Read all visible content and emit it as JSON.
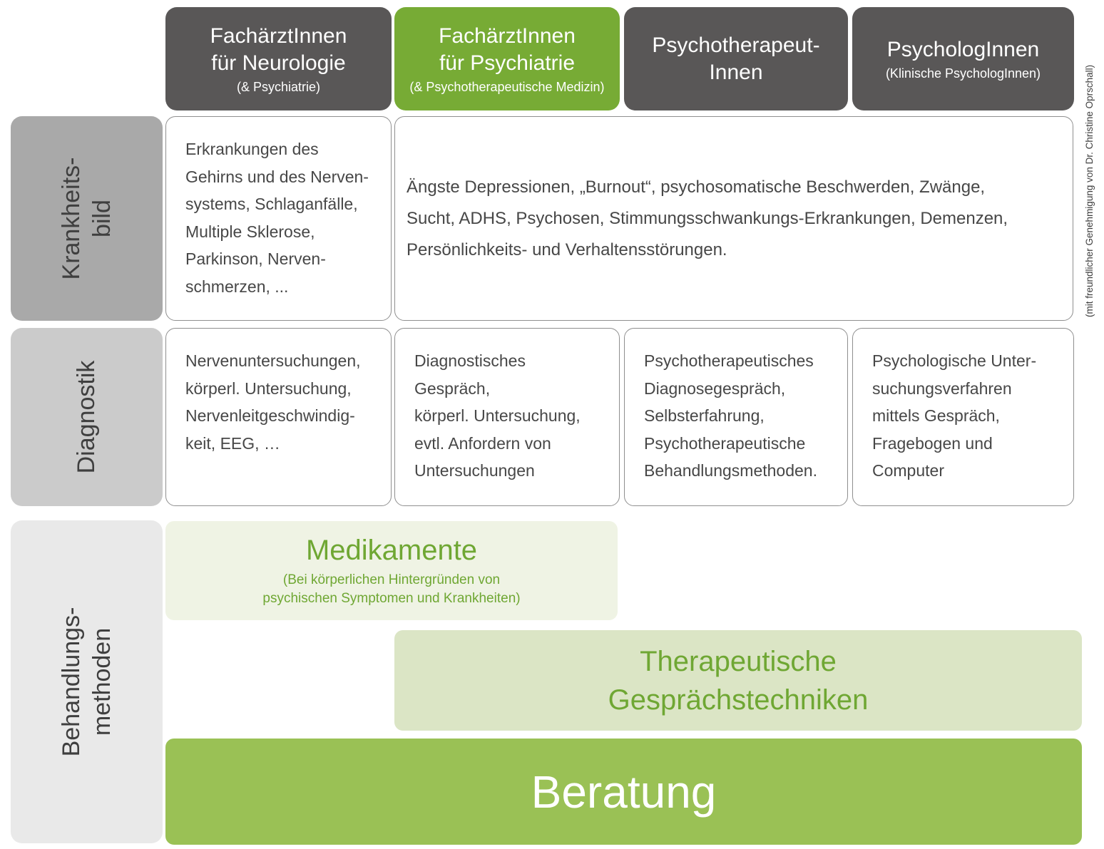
{
  "page": {
    "credit": "(mit freundlicher Genehmigung von Dr. Christine Oprschall)"
  },
  "colors": {
    "header_dark": "#595757",
    "header_green": "#77ab35",
    "row_label_dark": "#a9a9a9",
    "row_label_mid": "#cbcbcb",
    "row_label_light": "#e9e9e9",
    "box_pale_green": "#eff3e4",
    "box_light_green": "#dbe5c5",
    "box_green": "#9ac155",
    "green_text": "#6fa733",
    "cell_border": "#8f8f8f",
    "cell_text": "#474747"
  },
  "header": {
    "columns": [
      {
        "title": "FachärztInnen\nfür Neurologie",
        "subtitle": "(& Psychiatrie)"
      },
      {
        "title": "FachärztInnen\nfür Psychiatrie",
        "subtitle": "(& Psychotherapeutische Medizin)"
      },
      {
        "title": "Psychotherapeut-\nInnen",
        "subtitle": ""
      },
      {
        "title": "PsychologInnen",
        "subtitle": "(Klinische PsychologInnen)"
      }
    ]
  },
  "rows": {
    "krankheitsbild": {
      "label": "Krankheits-\nbild",
      "neurologie": "Erkrankungen des\nGehirns und des Nerven-\nsystems, Schlaganfälle,\nMultiple Sklerose,\nParkinson, Nerven-\nschmerzen, ...",
      "merged": "Ängste Depressionen, „Burnout“, psychosomatische Beschwerden, Zwänge,\nSucht, ADHS, Psychosen, Stimmungsschwankungs-Erkrankungen, Demenzen,\nPersönlichkeits- und Verhaltensstörungen."
    },
    "diagnostik": {
      "label": "Diagnostik",
      "neurologie": "Nervenuntersuchungen,\nkörperl. Untersuchung,\nNervenleitgeschwindig-\nkeit, EEG, …",
      "psychiatrie": "Diagnostisches Gespräch,\nkörperl. Untersuchung,\nevtl. Anfordern von\nUntersuchungen",
      "psychotherapeuten": "Psychotherapeutisches\nDiagnosegespräch,\nSelbsterfahrung,\nPsychotherapeutische\nBehandlungsmethoden.",
      "psychologen": "Psychologische Unter-\nsuchungsverfahren\nmittels Gespräch,\nFragebogen und\nComputer"
    },
    "behandlung": {
      "label": "Behandlungs-\nmethoden",
      "medikamente_title": "Medikamente",
      "medikamente_subtitle": "(Bei körperlichen Hintergründen von\npsychischen Symptomen und Krankheiten)",
      "gespraechstechniken": "Therapeutische\nGesprächstechniken",
      "beratung": "Beratung"
    }
  }
}
